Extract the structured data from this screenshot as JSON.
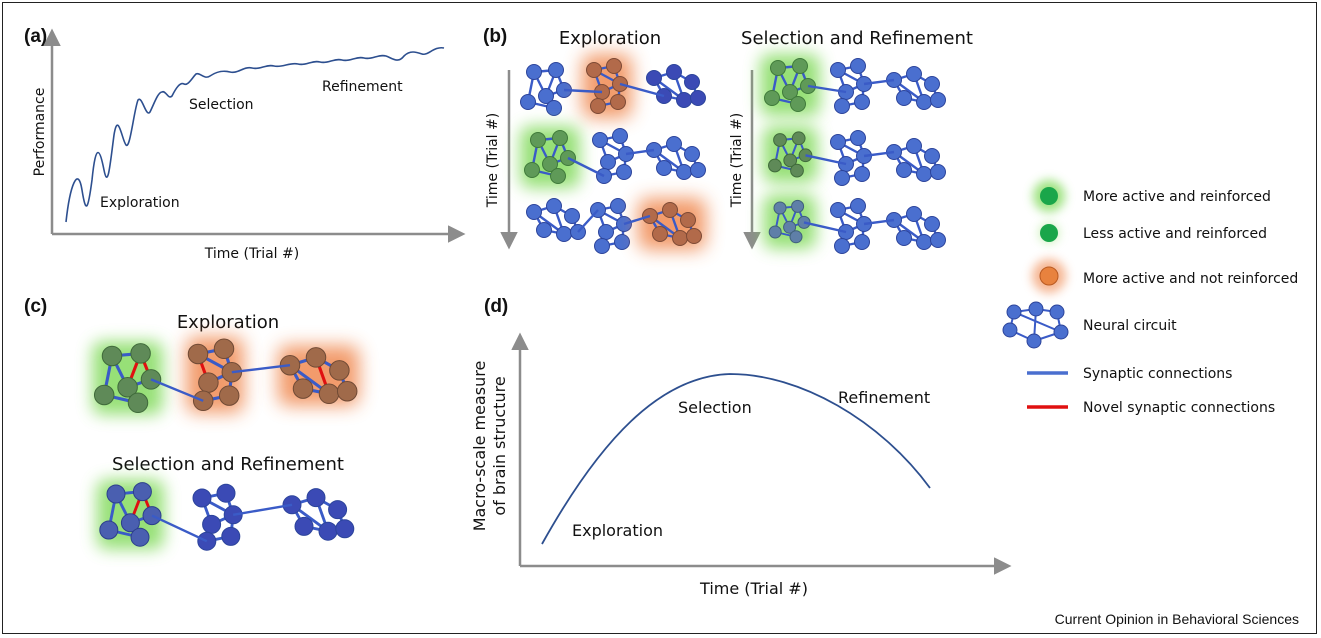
{
  "panels": {
    "a": {
      "tag": "(a)",
      "ylabel": "Performance",
      "xlabel": "Time (Trial #)",
      "phase_labels": {
        "exploration": "Exploration",
        "selection": "Selection",
        "refinement": "Refinement"
      }
    },
    "b": {
      "tag": "(b)",
      "col1_title": "Exploration",
      "col2_title": "Selection and Refinement",
      "axis_label_1": "Time (Trial #)",
      "axis_label_2": "Time (Trial #)"
    },
    "c": {
      "tag": "(c)",
      "title_top": "Exploration",
      "title_bottom": "Selection and Refinement"
    },
    "d": {
      "tag": "(d)",
      "ylabel_line1": "Macro-scale measure",
      "ylabel_line2": "of brain structure",
      "xlabel": "Time (Trial #)",
      "phase_labels": {
        "exploration": "Exploration",
        "selection": "Selection",
        "refinement": "Refinement"
      }
    }
  },
  "legend": {
    "items": [
      {
        "label": "More active and reinforced",
        "icon": "green-node-strong-glow-icon"
      },
      {
        "label": "Less active and reinforced",
        "icon": "green-node-icon"
      },
      {
        "label": "More active and not reinforced",
        "icon": "orange-node-glow-icon"
      },
      {
        "label": "Neural circuit",
        "icon": "neural-circuit-icon"
      },
      {
        "label": "Synaptic connections",
        "icon": "blue-line-icon"
      },
      {
        "label": "Novel synaptic connections",
        "icon": "red-line-icon"
      }
    ]
  },
  "credit": "Current Opinion in Behavioral Sciences",
  "colors": {
    "node_blue": "#4a6fcf",
    "edge_blue": "#3a5bc7",
    "node_dark": "#3b4ab5",
    "green_glow": "#7ed957",
    "orange_glow": "#ee7a3a",
    "novel_red": "#e01010",
    "axis_gray": "#8c8c8c",
    "curve_blue": "#2d4f8f"
  }
}
